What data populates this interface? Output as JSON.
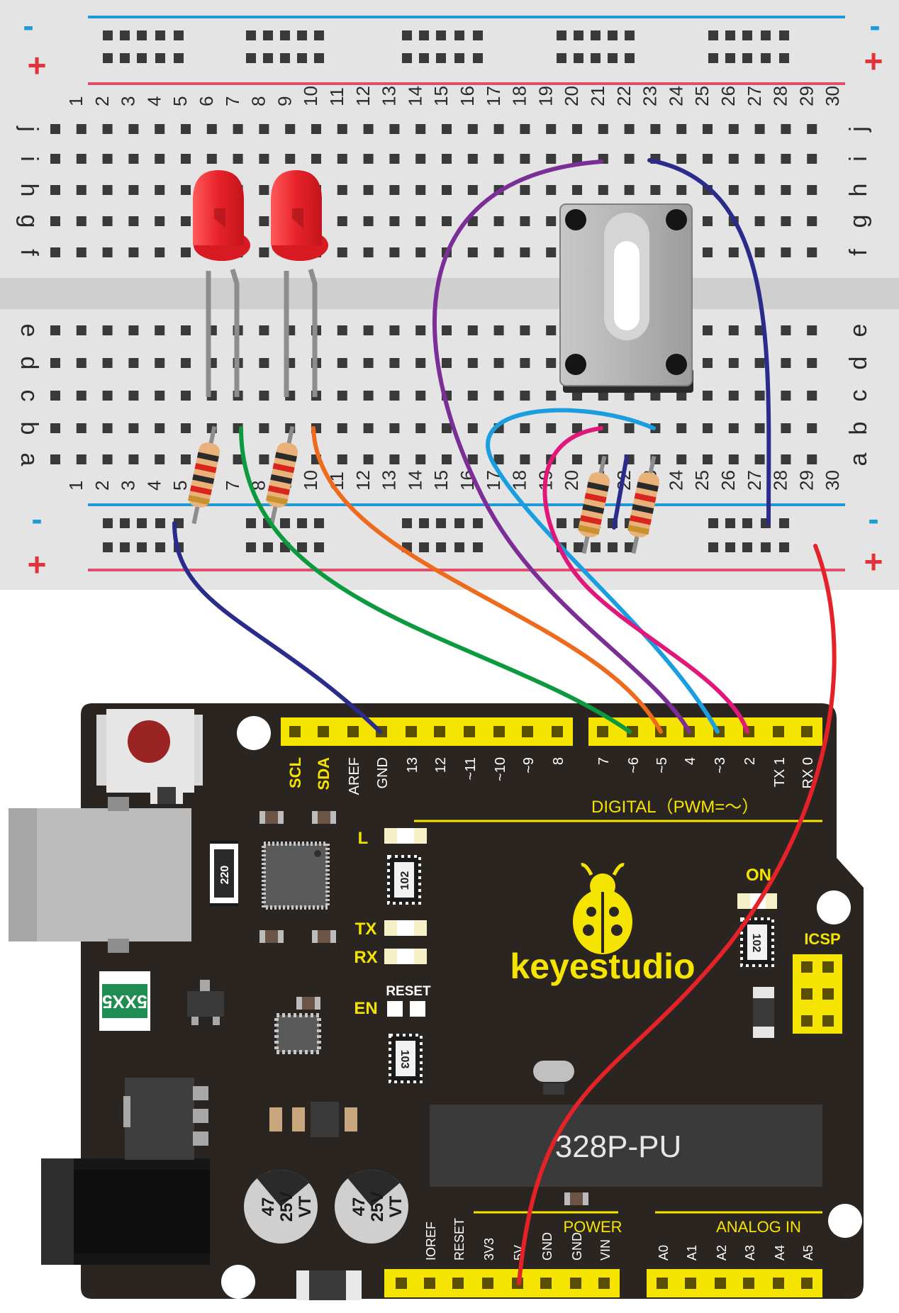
{
  "breadboard": {
    "columns": [
      "1",
      "2",
      "3",
      "4",
      "5",
      "6",
      "7",
      "8",
      "9",
      "10",
      "11",
      "12",
      "13",
      "14",
      "15",
      "16",
      "17",
      "18",
      "19",
      "20",
      "21",
      "22",
      "23",
      "24",
      "25",
      "26",
      "27",
      "28",
      "29",
      "30"
    ],
    "rows_top": [
      "j",
      "i",
      "h",
      "g",
      "f"
    ],
    "rows_bottom": [
      "e",
      "d",
      "c",
      "b",
      "a"
    ],
    "rail_minus": "-",
    "rail_plus": "+",
    "colors": {
      "board": "#e4e4e4",
      "hole": "#3a3a3a",
      "rail_blue": "#1e9ad6",
      "rail_red": "#e0506a",
      "label": "#2a2a2a"
    }
  },
  "components": {
    "leds": [
      "red LED",
      "red LED"
    ],
    "resistors": [
      "resistor",
      "resistor",
      "resistor",
      "resistor"
    ],
    "potentiometer": "rotary potentiometer"
  },
  "wires": [
    {
      "id": "wire-gnd",
      "color": "#2b2b8c"
    },
    {
      "id": "wire-led1",
      "color": "#0d9a3e"
    },
    {
      "id": "wire-led2",
      "color": "#ee6a1d"
    },
    {
      "id": "wire-pot-purple",
      "color": "#7b2f96"
    },
    {
      "id": "wire-pot-cyan",
      "color": "#1a9ee0"
    },
    {
      "id": "wire-pot-magenta",
      "color": "#e0187a"
    },
    {
      "id": "wire-pot-navy",
      "color": "#2b2b8c"
    },
    {
      "id": "wire-5v",
      "color": "#e42228"
    }
  ],
  "arduino": {
    "colors": {
      "board": "#2b2522",
      "header": "#f5e400",
      "silk": "#f5e400",
      "white": "#ffffff"
    },
    "left_header_labels": [
      "SCL",
      "SDA",
      "AREF",
      "GND",
      "13",
      "12",
      "~11",
      "~10",
      "~9",
      "8"
    ],
    "right_header_labels": [
      "7",
      "~6",
      "~5",
      "4",
      "~3",
      "2",
      "TX 1",
      "RX 0"
    ],
    "digital_label": "DIGITAL（PWM=～）",
    "led_labels": {
      "l": "L",
      "tx": "TX",
      "rx": "RX",
      "on": "ON"
    },
    "en_label": "EN",
    "reset_label": "RESET",
    "icsp_label": "ICSP",
    "brand": "keyestudio",
    "chip_label": "328P-PU",
    "power_title": "POWER",
    "power_labels": [
      "IOREF",
      "RESET",
      "3V3",
      "5V",
      "GND",
      "GND",
      "VIN"
    ],
    "analog_title": "ANALOG  IN",
    "analog_labels": [
      "A0",
      "A1",
      "A2",
      "A3",
      "A4",
      "A5"
    ],
    "capacitor_labels": [
      "47",
      "25V",
      "VT"
    ],
    "fuse_label": "5XX5",
    "smd_labels": {
      "r220": "220",
      "r102a": "102",
      "r102b": "102",
      "r103": "103"
    }
  }
}
